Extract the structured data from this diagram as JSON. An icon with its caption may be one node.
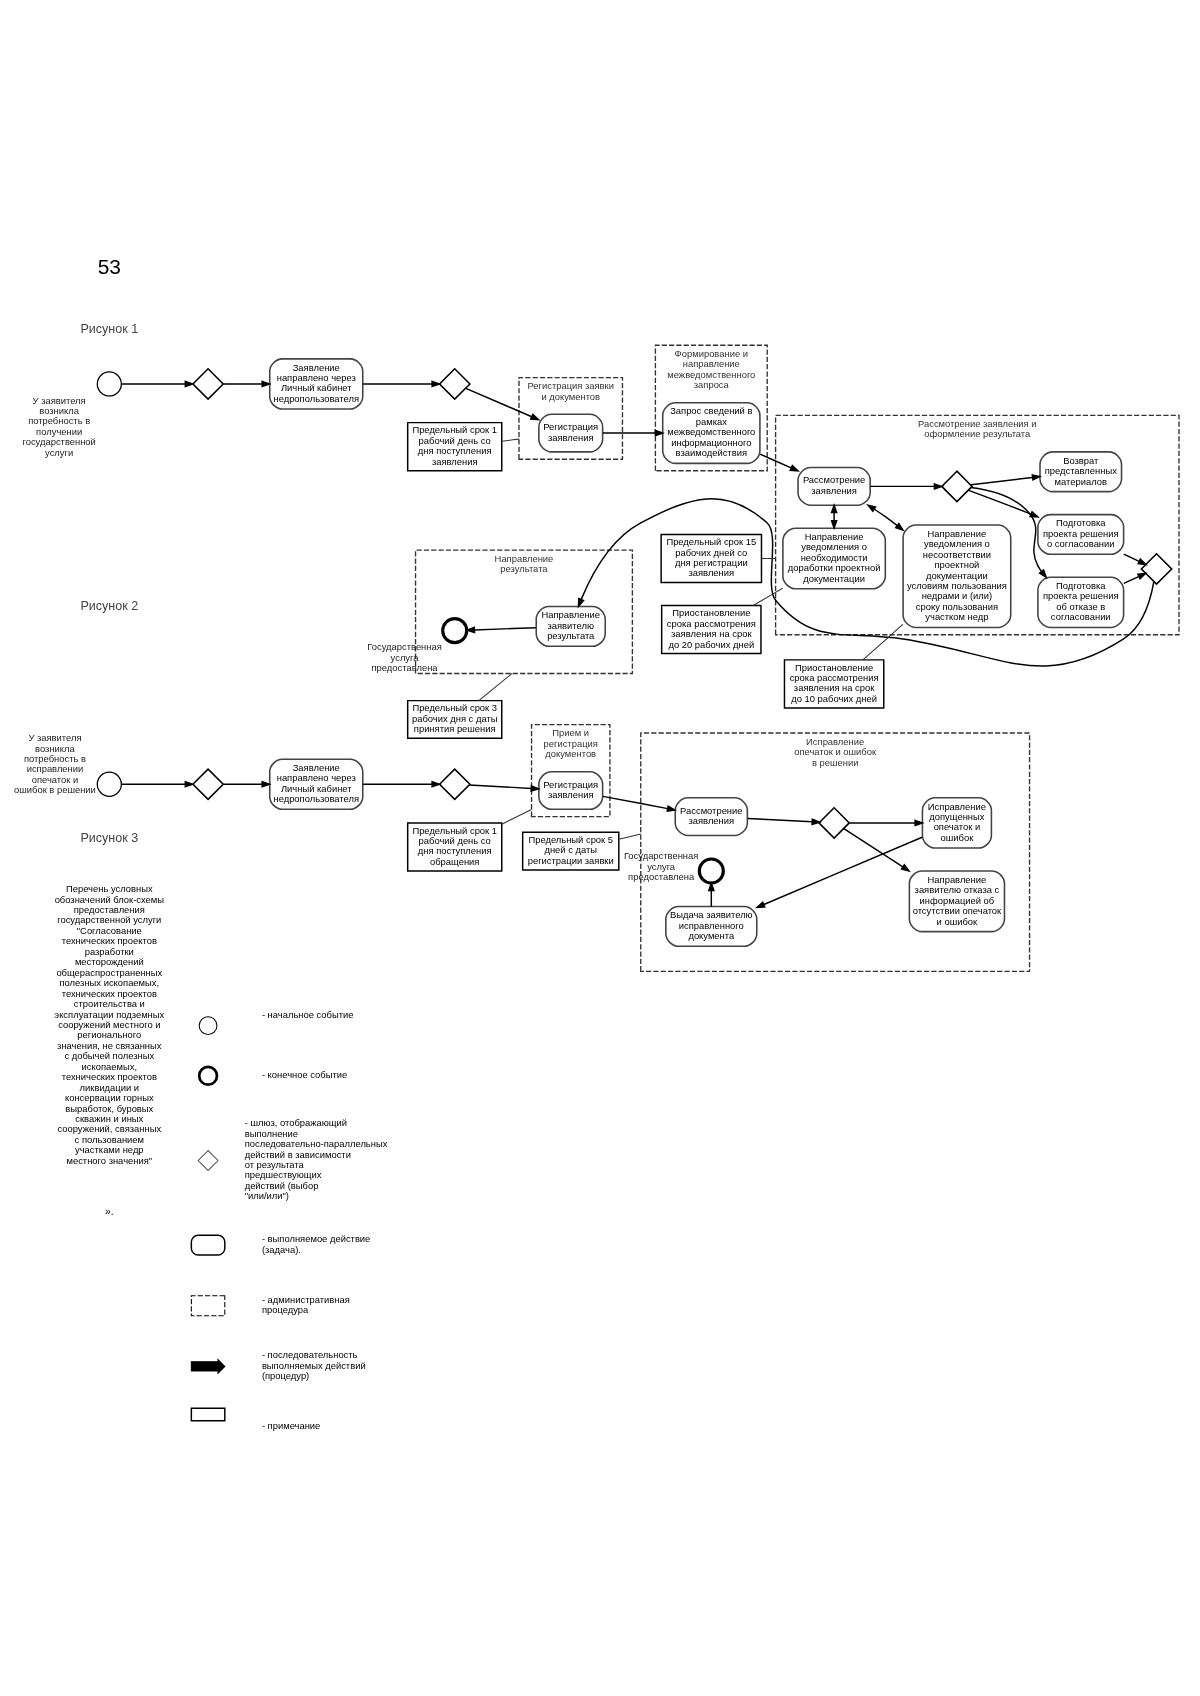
{
  "diagram": {
    "nodes": [
      {
        "text": [
          "У заявителя возникла потребность в получении государственной услуги"
        ]
      },
      {
        "text": [],
        "shape": "diamond"
      },
      {
        "text": [
          "Заявление направлено через Личный кабинет недропользователя"
        ]
      },
      {
        "text": [],
        "shape": "diamond"
      },
      {
        "text": [
          "Регистрация заявки и документов"
        ]
      },
      {
        "text": [
          "Регистрация заявления"
        ],
        "in": 4
      },
      {
        "text": [
          "Формирование и направление межведомственного запроса"
        ]
      },
      {
        "text": [
          "Запрос сведений в рамках межведомственного информационного взаимодействия"
        ],
        "in": 6
      },
      {
        "text": [
          "Рассмотрение заявления и оформление результата"
        ]
      },
      {
        "text": [
          "Направление уведомления о необходимости доработки проектной документации"
        ],
        "in": 8
      },
      {
        "text": [
          "Рассмотрение заявления"
        ],
        "in": 8
      },
      {
        "text": [
          "Направление уведомления о несоответствии проектной документации условиям пользования недрами и (или) сроку пользования участком недр"
        ],
        "in": 8
      },
      {
        "text": [],
        "shape": "diamond",
        "in": 8
      },
      {
        "text": [
          "Возврат представленных материалов"
        ],
        "in": 8
      },
      {
        "text": [
          "Подготовка проекта решения об отказе в согласовании"
        ],
        "in": 8
      },
      {
        "text": [
          "Подготовка проекта решения о согласовании"
        ],
        "in": 8
      },
      {
        "text": [],
        "shape": "diamond",
        "in": 8
      },
      {
        "text": [
          "Направление результата"
        ]
      },
      {
        "text": [
          "Направление заявителю результата"
        ],
        "in": 17
      },
      {
        "text": [
          "Государственная услуга предоставлена"
        ],
        "in": 17
      },
      {
        "text": [
          "Предельный срок 1 рабочий день со дня поступления заявления"
        ]
      },
      {
        "text": [
          "Предельный срок 15 рабочих дней со дня регистрации заявления"
        ]
      },
      {
        "text": [
          "Приостановление срока рассмотрения заявления на срок до 20 рабочих дней"
        ]
      },
      {
        "text": [
          "Приостановление срока рассмотрения заявления на срок до 10 рабочих дней"
        ]
      },
      {
        "text": [
          "Предельный срок 3 рабочих дня с даты принятия решения"
        ]
      },
      {
        "text": [
          "У заявителя возникла потребность в исправлении опечаток и ошибок в решении"
        ]
      },
      {
        "text": [],
        "shape": "diamond"
      },
      {
        "text": [
          "Заявление направлено через Личный кабинет недропользователя"
        ]
      },
      {
        "text": [],
        "shape": "diamond"
      },
      {
        "text": [
          "Предельный срок 1 рабочий день со дня поступления обращения"
        ]
      },
      {
        "text": [
          "Прием и регистрация документов"
        ]
      },
      {
        "text": [
          "Регистрация заявления"
        ],
        "in": 30
      },
      {
        "text": [
          "Предельный срок 5 дней с даты регистрации заявки"
        ]
      },
      {
        "text": [
          "Исправление опечаток и ошибок в решении"
        ]
      },
      {
        "text": [
          "Рассмотрение заявления"
        ],
        "in": 33
      },
      {
        "text": [],
        "shape": "diamond",
        "in": 33
      },
      {
        "text": [
          "Направление заявителю отказа с информацией об отсутствии опечаток и ошибок"
        ],
        "in": 33
      },
      {
        "text": [
          "Исправление допущенных опечаток и ошибок"
        ],
        "in": 33
      },
      {
        "text": [
          "Выдача заявителю исправленного документа"
        ],
        "in": 33
      },
      {
        "text": [
          "Государственная услуга предоставлена"
        ],
        "in": 33
      }
    ],
    "edges": [
      {
        "from": 0,
        "to": 1,
        "arrow": "to"
      },
      {
        "from": 1,
        "to": 2,
        "arrow": "to"
      },
      {
        "from": 2,
        "to": 3,
        "arrow": "to"
      },
      {
        "from": 3,
        "to": 5,
        "arrow": "to"
      },
      {
        "from": 5,
        "to": 7,
        "arrow": "to"
      },
      {
        "from": 7,
        "to": 10,
        "arrow": "to"
      },
      {
        "from": 10,
        "to": 9,
        "arrow": "both"
      },
      {
        "from": 10,
        "to": 11,
        "arrow": "both"
      },
      {
        "from": 10,
        "to": 12,
        "arrow": "to"
      },
      {
        "from": 12,
        "to": 13,
        "arrow": "to"
      },
      {
        "from": 12,
        "to": 14,
        "arrow": "to"
      },
      {
        "from": 12,
        "to": 15,
        "arrow": "to"
      },
      {
        "from": 14,
        "to": 16,
        "arrow": "to"
      },
      {
        "from": 15,
        "to": 16,
        "arrow": "to"
      },
      {
        "from": 16,
        "to": 18,
        "arrow": "to"
      },
      {
        "from": 18,
        "to": 19,
        "arrow": "to"
      },
      {
        "from": 20,
        "to": 4,
        "arrow": "none"
      },
      {
        "from": 21,
        "to": 8,
        "arrow": "none"
      },
      {
        "from": 22,
        "to": 9,
        "arrow": "none"
      },
      {
        "from": 23,
        "to": 11,
        "arrow": "none"
      },
      {
        "from": 24,
        "to": 17,
        "arrow": "none"
      },
      {
        "from": 25,
        "to": 26,
        "arrow": "to"
      },
      {
        "from": 26,
        "to": 27,
        "arrow": "to"
      },
      {
        "from": 27,
        "to": 28,
        "arrow": "to"
      },
      {
        "from": 28,
        "to": 31,
        "arrow": "to"
      },
      {
        "from": 31,
        "to": 34,
        "arrow": "to"
      },
      {
        "from": 34,
        "to": 35,
        "arrow": "to"
      },
      {
        "from": 35,
        "to": 36,
        "arrow": "to"
      },
      {
        "from": 35,
        "to": 37,
        "arrow": "to"
      },
      {
        "from": 37,
        "to": 38,
        "arrow": "to"
      },
      {
        "from": 38,
        "to": 39,
        "arrow": "to"
      },
      {
        "from": 29,
        "to": 30,
        "arrow": "none"
      },
      {
        "from": 32,
        "to": 33,
        "arrow": "none"
      }
    ],
    "labels": [
      "53",
      "Рисунок 1",
      "Рисунок 2",
      "Рисунок 3",
      "Перечень условных обозначений блок-схемы предоставления государственной услуги \"Согласование технических проектов разработки месторождений общераспространенных полезных ископаемых, технических проектов строительства и эксплуатации подземных сооружений местного и регионального значения, не связанных с добычей полезных ископаемых, технических проектов ликвидации и консервации горных выработок, буровых скважин и иных сооружений, связанных с пользованием участками недр местного значения\"",
      "»."
    ],
    "legend": [
      {
        "text": "- начальное событие"
      },
      {
        "text": "- конечное событие"
      },
      {
        "text": "- шлюз, отображающий выполнение последовательно-параллельных действий в зависимости от результата предшествующих действий (выбор \"или/или\")"
      },
      {
        "text": "- выполняемое действие (задача)."
      },
      {
        "text": "- административная процедура"
      },
      {
        "text": "- последовательность выполняемых действий (процедур)"
      },
      {
        "text": "- примечание"
      }
    ]
  }
}
